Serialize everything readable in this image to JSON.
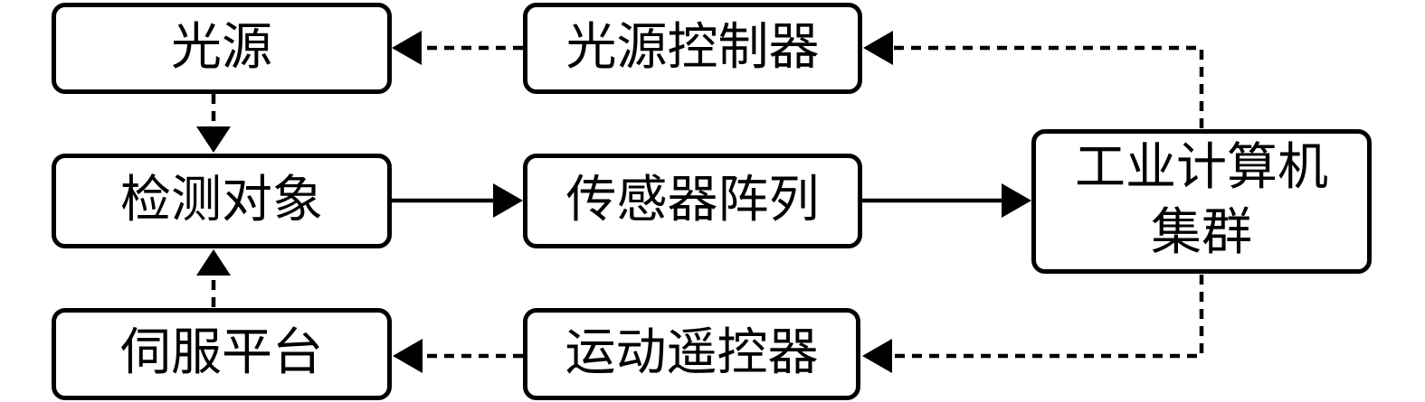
{
  "diagram": {
    "type": "flowchart",
    "language": "zh-CN",
    "colors": {
      "background": "#ffffff",
      "box_fill": "#ffffff",
      "box_border": "#000000",
      "line": "#000000",
      "text": "#000000"
    },
    "nodes": {
      "light_source": {
        "label": "光源"
      },
      "light_controller": {
        "label": "光源控制器"
      },
      "detection_object": {
        "label": "检测对象"
      },
      "sensor_array": {
        "label": "传感器阵列"
      },
      "computer_cluster": {
        "label": "工业计算机集群",
        "lines": [
          "工业计算机",
          "集群"
        ]
      },
      "servo_platform": {
        "label": "伺服平台"
      },
      "motion_remote": {
        "label": "运动遥控器"
      }
    },
    "edges": [
      {
        "from": "light_controller",
        "to": "light_source",
        "style": "dashed",
        "direction": "left"
      },
      {
        "from": "light_source",
        "to": "detection_object",
        "style": "dashed",
        "direction": "down"
      },
      {
        "from": "servo_platform",
        "to": "detection_object",
        "style": "dashed",
        "direction": "up"
      },
      {
        "from": "detection_object",
        "to": "sensor_array",
        "style": "solid",
        "direction": "right"
      },
      {
        "from": "sensor_array",
        "to": "computer_cluster",
        "style": "solid",
        "direction": "right"
      },
      {
        "from": "computer_cluster",
        "to": "light_controller",
        "style": "dashed",
        "direction": "up-then-left"
      },
      {
        "from": "computer_cluster",
        "to": "motion_remote",
        "style": "dashed",
        "direction": "down-then-left"
      },
      {
        "from": "motion_remote",
        "to": "servo_platform",
        "style": "dashed",
        "direction": "left"
      }
    ]
  }
}
